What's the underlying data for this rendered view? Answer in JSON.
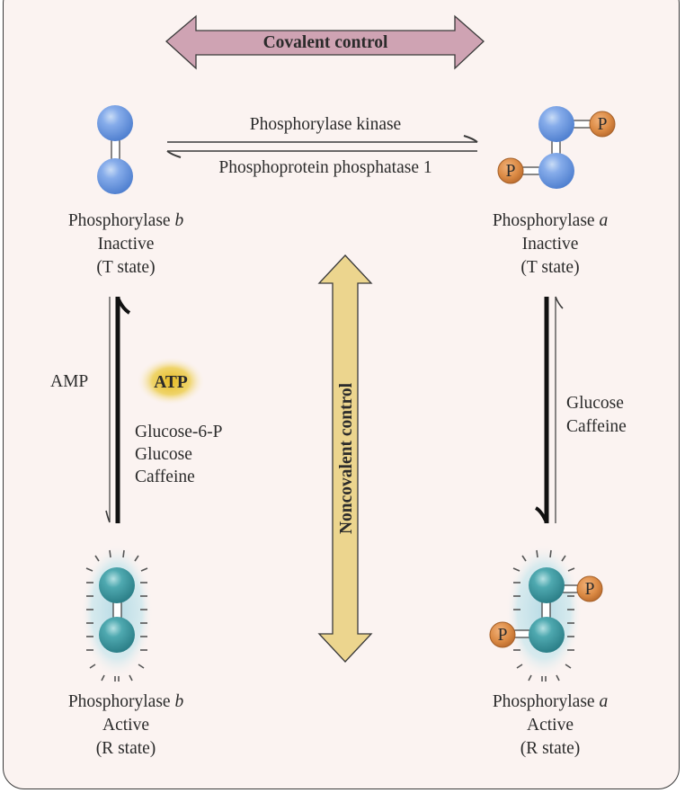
{
  "diagram": {
    "title": "Regulation of glycogen phosphorylase",
    "covalent_control": {
      "label": "Covalent control",
      "color": "#cfa3b3"
    },
    "noncovalent_control": {
      "label": "Noncovalent control",
      "color": "#ecd58e"
    },
    "covalent_reaction": {
      "forward_enzyme": "Phosphorylase kinase",
      "reverse_enzyme": "Phosphoprotein phosphatase 1"
    },
    "states": {
      "b_inactive": {
        "name": "Phosphorylase",
        "form": "b",
        "activity": "Inactive",
        "state": "(T state)",
        "phosphorylated": false
      },
      "a_inactive": {
        "name": "Phosphorylase",
        "form": "a",
        "activity": "Inactive",
        "state": "(T state)",
        "phosphorylated": true
      },
      "b_active": {
        "name": "Phosphorylase",
        "form": "b",
        "activity": "Active",
        "state": "(R state)",
        "phosphorylated": false
      },
      "a_active": {
        "name": "Phosphorylase",
        "form": "a",
        "activity": "Active",
        "state": "(R state)",
        "phosphorylated": true
      }
    },
    "left_transition": {
      "activator": "AMP",
      "inhibitor_highlight": "ATP",
      "inhibitors": [
        "Glucose-6-P",
        "Glucose",
        "Caffeine"
      ]
    },
    "right_transition": {
      "inhibitors": [
        "Glucose",
        "Caffeine"
      ]
    },
    "phosphate_label": "P",
    "colors": {
      "t_state_subunit": "#6f9ee0",
      "r_state_subunit": "#3f9ea6",
      "phosphate": "#d9873f",
      "atp_glow": "#e8c23a",
      "background": "#fbf3f1"
    }
  }
}
